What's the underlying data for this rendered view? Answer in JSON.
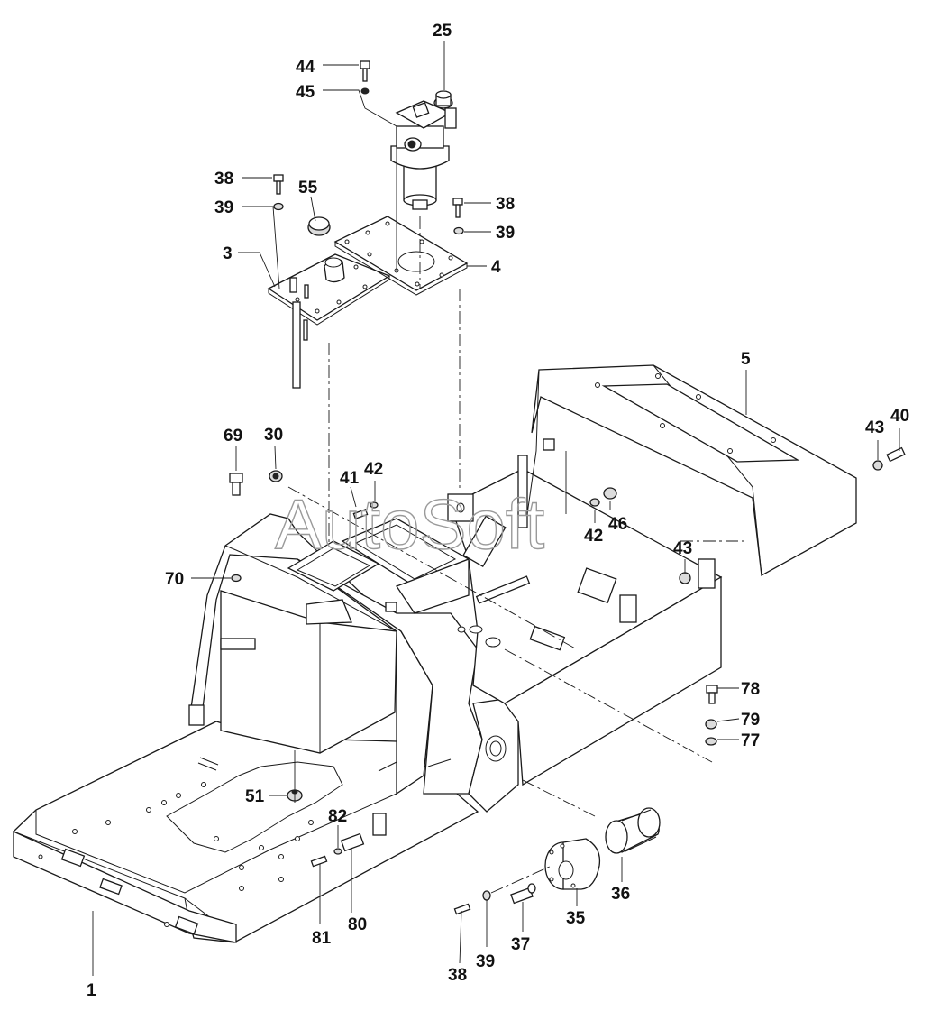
{
  "watermark": "AutoSoft",
  "callouts": [
    {
      "id": "c25",
      "text": "25"
    },
    {
      "id": "c44",
      "text": "44"
    },
    {
      "id": "c45",
      "text": "45"
    },
    {
      "id": "c38a",
      "text": "38"
    },
    {
      "id": "c39a",
      "text": "39"
    },
    {
      "id": "c55",
      "text": "55"
    },
    {
      "id": "c3",
      "text": "3"
    },
    {
      "id": "c38b",
      "text": "38"
    },
    {
      "id": "c39b",
      "text": "39"
    },
    {
      "id": "c4",
      "text": "4"
    },
    {
      "id": "c5",
      "text": "5"
    },
    {
      "id": "c43a",
      "text": "43"
    },
    {
      "id": "c40",
      "text": "40"
    },
    {
      "id": "c69",
      "text": "69"
    },
    {
      "id": "c30",
      "text": "30"
    },
    {
      "id": "c41",
      "text": "41"
    },
    {
      "id": "c42a",
      "text": "42"
    },
    {
      "id": "c42b",
      "text": "42"
    },
    {
      "id": "c46",
      "text": "46"
    },
    {
      "id": "c70",
      "text": "70"
    },
    {
      "id": "c43b",
      "text": "43"
    },
    {
      "id": "c78",
      "text": "78"
    },
    {
      "id": "c79",
      "text": "79"
    },
    {
      "id": "c77",
      "text": "77"
    },
    {
      "id": "c51",
      "text": "51"
    },
    {
      "id": "c82",
      "text": "82"
    },
    {
      "id": "c36",
      "text": "36"
    },
    {
      "id": "c35",
      "text": "35"
    },
    {
      "id": "c80",
      "text": "80"
    },
    {
      "id": "c81",
      "text": "81"
    },
    {
      "id": "c37",
      "text": "37"
    },
    {
      "id": "c39c",
      "text": "39"
    },
    {
      "id": "c38c",
      "text": "38"
    },
    {
      "id": "c1",
      "text": "1"
    }
  ]
}
